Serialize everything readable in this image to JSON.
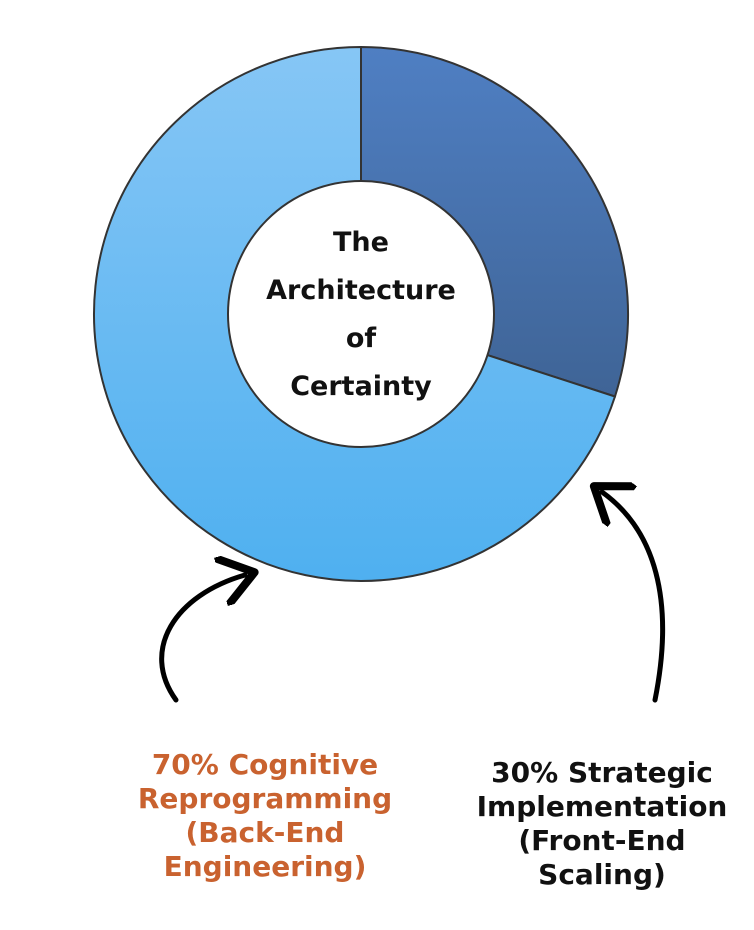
{
  "chart_data": {
    "type": "pie",
    "variant": "donut",
    "title_lines": [
      "The",
      "Architecture",
      "of",
      "Certainty"
    ],
    "slices": [
      {
        "name": "Cognitive Reprogramming (Back-End Engineering)",
        "value": 70,
        "percent_label": "70%",
        "color": "#62b6f3",
        "label_lines": [
          "70% Cognitive",
          "Reprogramming",
          "(Back-End",
          "Engineering)"
        ],
        "label_color": "#c9622f"
      },
      {
        "name": "Strategic Implementation (Front-End Scaling)",
        "value": 30,
        "percent_label": "30%",
        "color": "#4a77b7",
        "label_lines": [
          "30% Strategic",
          "Implementation",
          "(Front-End",
          "Scaling)"
        ],
        "label_color": "#111111"
      }
    ],
    "legend": "none",
    "annotations": "curved arrows pointing from each label to its slice"
  }
}
